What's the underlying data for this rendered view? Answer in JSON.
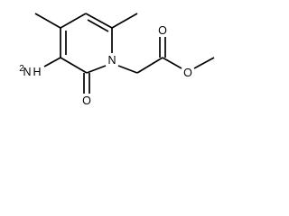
{
  "structure": {
    "atoms": {
      "amine_n": "N",
      "amine_h": "H",
      "amine_h_count": "2",
      "ring_n": "N",
      "carbonyl_o": "O",
      "ester_carbonyl_o": "O",
      "ester_o": "O"
    }
  }
}
